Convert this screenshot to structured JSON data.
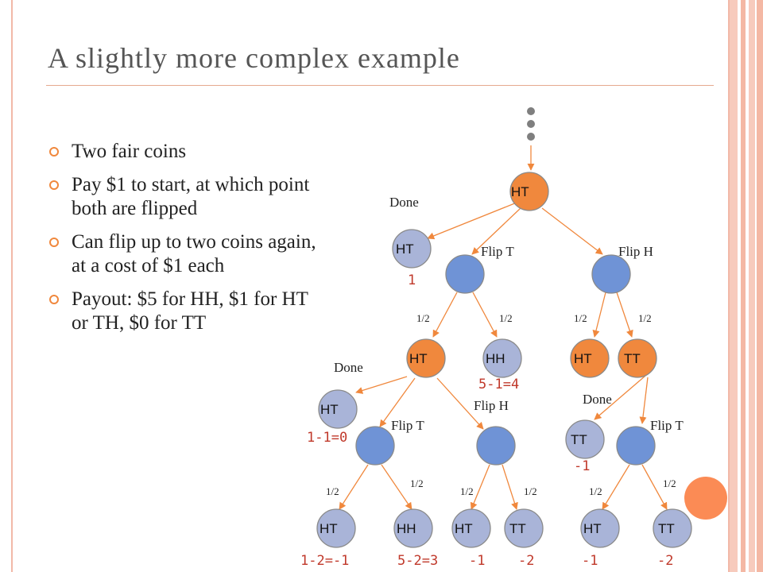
{
  "title": "A slightly more complex example",
  "bullets": [
    {
      "text": "Two fair coins"
    },
    {
      "text": "Pay $1 to start, at which point both are flipped"
    },
    {
      "text": "Can flip up to two coins again, at a cost of $1 each"
    },
    {
      "text": "Payout: $5 for HH, $1 for HT or TH, $0 for TT"
    }
  ],
  "colors": {
    "orange_node": "#f0883d",
    "blue_node": "#6f93d6",
    "grey_node": "#a9b4d8",
    "edge": "#f0883d",
    "payoff": "#c0392b"
  },
  "nodes": {
    "root": "HT",
    "done_leaf_1": "HT",
    "l2_ht": "HT",
    "l2_hh": "HH",
    "l2_ht_b": "HT",
    "l2_tt": "TT",
    "done_leaf_2": "HT",
    "done_leaf_3": "TT",
    "leaf_1": "HT",
    "leaf_2": "HH",
    "leaf_3": "HT",
    "leaf_4": "TT",
    "leaf_5": "HT",
    "leaf_6": "TT"
  },
  "edge_labels": {
    "done_1": "Done",
    "flip_t_1": "Flip T",
    "flip_h_1": "Flip H",
    "done_2": "Done",
    "flip_t_2": "Flip T",
    "flip_h_2": "Flip H",
    "done_3": "Done",
    "flip_t_3": "Flip T"
  },
  "probabilities": {
    "half": "1/2"
  },
  "payoffs": {
    "done_leaf_1": "1",
    "l2_hh": "5-1=4",
    "done_leaf_2": "1-1=0",
    "done_leaf_3": "-1",
    "leaf_1": "1-2=-1",
    "leaf_2": "5-2=3",
    "leaf_3": "-1",
    "leaf_4": "-2",
    "leaf_5": "-1",
    "leaf_6": "-2"
  }
}
